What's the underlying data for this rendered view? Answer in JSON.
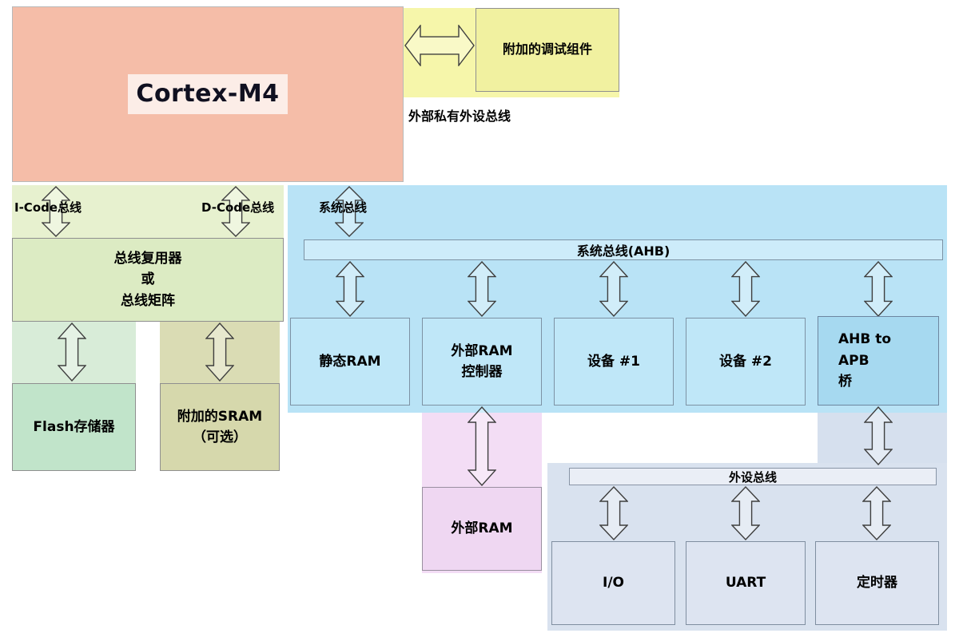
{
  "cpu": {
    "label": "Cortex-M4"
  },
  "debug": {
    "box_label": "附加的调试组件",
    "external_bus_label": "外部私有外设总线"
  },
  "code_buses": {
    "icode_label": "I-Code总线",
    "dcode_label": "D-Code总线"
  },
  "bus_matrix": {
    "label": "总线复用器\n或\n总线矩阵"
  },
  "memories": {
    "flash_label": "Flash存储器",
    "optional_sram_label": "附加的SRAM\n（可选）"
  },
  "system_bus": {
    "arrow_label": "系统总线",
    "bar_label": "系统总线(AHB)",
    "devices": [
      {
        "label": "静态RAM"
      },
      {
        "label": "外部RAM\n控制器"
      },
      {
        "label": "设备 #1"
      },
      {
        "label": "设备 #2"
      },
      {
        "label": "AHB to\nAPB\n桥"
      }
    ],
    "external_ram_label": "外部RAM"
  },
  "peripheral_bus": {
    "bar_label": "外设总线",
    "devices": [
      {
        "label": "I/O"
      },
      {
        "label": "UART"
      },
      {
        "label": "定时器"
      }
    ]
  },
  "colors": {
    "cpu_fill": "#f5bda8",
    "debug_fill": "#f1f1a0",
    "bus_matrix_fill": "#dcebc3",
    "flash_fill": "#c1e4ca",
    "optional_sram_fill": "#d6d8ac",
    "system_bus_fill": "#b9e3f6",
    "ahb_apb_bridge_fill": "#a6d9f0",
    "external_ram_fill": "#efd7f2",
    "peripheral_bus_fill": "#d9e2ef"
  }
}
